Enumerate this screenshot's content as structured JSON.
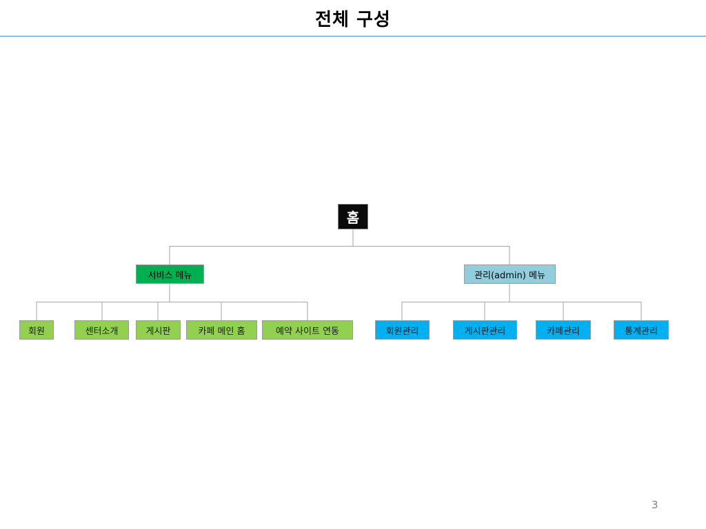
{
  "title": "전체 구성",
  "page_number": "3",
  "root": {
    "label": "홈"
  },
  "service_menu": {
    "label": "서비스 메뉴",
    "children": [
      "회원",
      "센터소개",
      "게시판",
      "카페 메인 홈",
      "예약 사이트 연동"
    ]
  },
  "admin_menu": {
    "label": "관리(admin) 메뉴",
    "children": [
      "회원관리",
      "게시판관리",
      "카페관리",
      "통계관리"
    ]
  },
  "colors": {
    "root_fill": "#0a0a0a",
    "service_head_fill": "#00b050",
    "service_child_fill": "#92d050",
    "admin_head_fill": "#92cddc",
    "admin_child_fill": "#00b0f0",
    "connector": "#a6a6a6",
    "title_rule": "#4a8fd9"
  }
}
